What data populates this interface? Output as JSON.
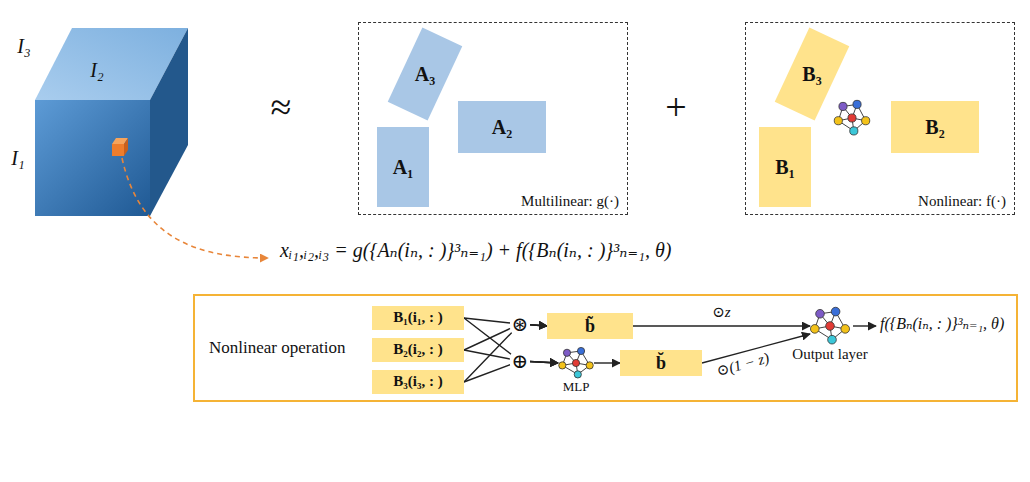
{
  "diagram": {
    "nodes": [
      {
        "text": [
          "Multilinear: g(·)"
        ]
      },
      {
        "text": [
          "A₃"
        ],
        "in": 0
      },
      {
        "text": [
          "A₂"
        ],
        "in": 0
      },
      {
        "text": [
          "A₁"
        ],
        "in": 0
      },
      {
        "text": [
          "Nonlinear: f(·)"
        ]
      },
      {
        "text": [
          "B₃"
        ],
        "in": 4
      },
      {
        "text": [
          "B₂"
        ],
        "in": 4
      },
      {
        "text": [
          "B₁"
        ],
        "in": 4
      },
      {
        "text": [
          "Nonlinear operation"
        ]
      },
      {
        "text": [
          "B₁(i₁, : )"
        ],
        "in": 8
      },
      {
        "text": [
          "B₂(i₂, : )"
        ],
        "in": 8
      },
      {
        "text": [
          "B₃(i₃, : )"
        ],
        "in": 8
      },
      {
        "text": [
          "b̃"
        ],
        "in": 8
      },
      {
        "text": [
          "MLP"
        ],
        "in": 8
      },
      {
        "text": [
          "b̆"
        ],
        "in": 8
      },
      {
        "text": [
          "Output layer"
        ],
        "in": 8
      }
    ],
    "edges": [
      {
        "from": 9,
        "to": 12,
        "arrow": "to"
      },
      {
        "from": 10,
        "to": 12,
        "arrow": "to"
      },
      {
        "from": 11,
        "to": 12,
        "arrow": "to"
      },
      {
        "from": 9,
        "to": 13,
        "arrow": "to"
      },
      {
        "from": 10,
        "to": 13,
        "arrow": "to"
      },
      {
        "from": 11,
        "to": 13,
        "arrow": "to"
      },
      {
        "from": 13,
        "to": 14,
        "arrow": "to"
      },
      {
        "from": 12,
        "to": 15,
        "label": "⊙z",
        "arrow": "to"
      },
      {
        "from": 14,
        "to": 15,
        "label": "⊙(1 − z)",
        "arrow": "to"
      }
    ],
    "labels": [
      "I₃",
      "I₂",
      "I₁",
      "≈",
      "+",
      "xᵢ₁,ᵢ₂,ᵢ₃ = g({Aₙ(iₙ, : )}³ₙ₌₁) + f({Bₙ(iₙ, : )}³ₙ₌₁, θ)",
      "⊛",
      "⊕",
      "f({Bₙ(iₙ, : )}³ₙ₌₁, θ)"
    ]
  }
}
